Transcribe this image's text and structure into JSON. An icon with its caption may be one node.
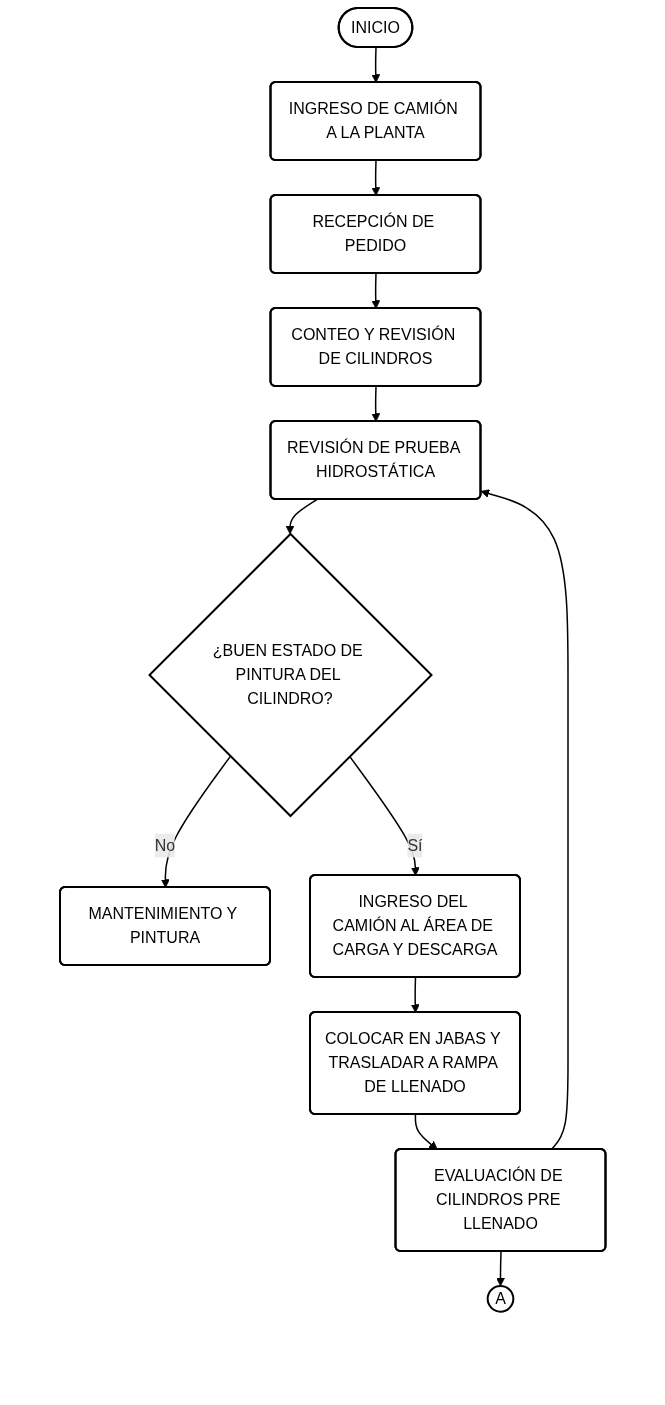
{
  "diagram": {
    "nodes": [
      {
        "text": [
          "INICIO"
        ]
      },
      {
        "text": [
          "INGRESO DE CAMIÓN A LA PLANTA"
        ]
      },
      {
        "text": [
          "RECEPCIÓN DE PEDIDO"
        ]
      },
      {
        "text": [
          "CONTEO Y REVISIÓN DE CILINDROS"
        ]
      },
      {
        "text": [
          "REVISIÓN DE PRUEBA HIDROSTÁTICA"
        ]
      },
      {
        "text": [
          "¿BUEN ESTADO DE PINTURA DEL CILINDRO?"
        ]
      },
      {
        "text": [
          "MANTENIMIENTO Y PINTURA"
        ]
      },
      {
        "text": [
          "INGRESO DEL CAMIÓN AL ÁREA DE CARGA Y DESCARGA"
        ]
      },
      {
        "text": [
          "COLOCAR EN JABAS Y TRASLADAR A RAMPA DE LLENADO"
        ]
      },
      {
        "text": [
          "EVALUACIÓN DE CILINDROS PRE LLENADO"
        ]
      },
      {
        "text": [
          "A"
        ]
      }
    ],
    "edges": [
      {
        "from": 0,
        "to": 1,
        "arrow": "to"
      },
      {
        "from": 1,
        "to": 2,
        "arrow": "to"
      },
      {
        "from": 2,
        "to": 3,
        "arrow": "to"
      },
      {
        "from": 3,
        "to": 4,
        "arrow": "to"
      },
      {
        "from": 4,
        "to": 5,
        "arrow": "to"
      },
      {
        "from": 5,
        "to": 6,
        "label": "No",
        "arrow": "to"
      },
      {
        "from": 5,
        "to": 7,
        "label": "Sí",
        "arrow": "to"
      },
      {
        "from": 7,
        "to": 8,
        "arrow": "to"
      },
      {
        "from": 8,
        "to": 9,
        "arrow": "to"
      },
      {
        "from": 9,
        "to": 10,
        "arrow": "to"
      },
      {
        "from": 9,
        "to": 4,
        "arrow": "to"
      }
    ]
  }
}
